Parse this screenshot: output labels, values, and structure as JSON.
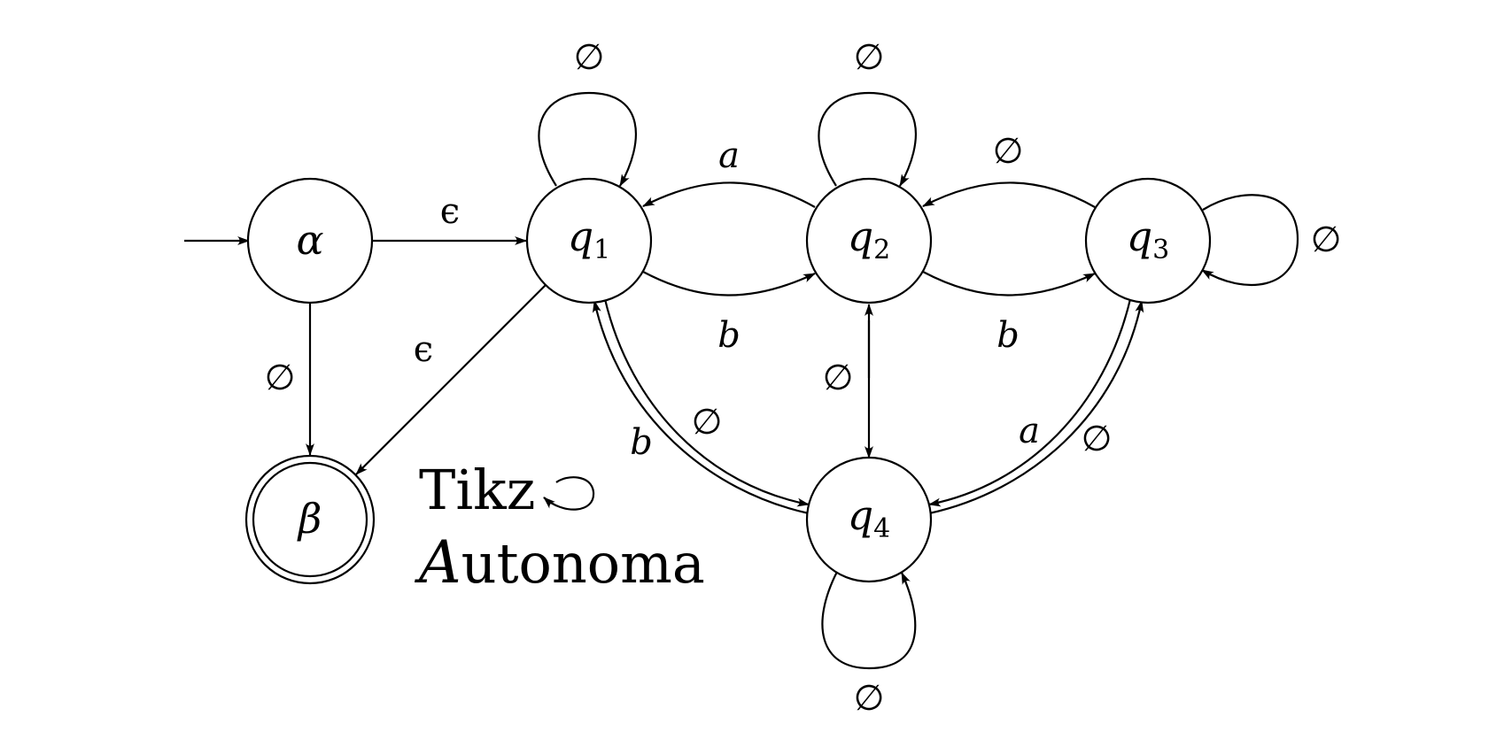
{
  "states": {
    "alpha": {
      "label": "α",
      "sub": ""
    },
    "q1": {
      "label": "q",
      "sub": "1"
    },
    "q2": {
      "label": "q",
      "sub": "2"
    },
    "q3": {
      "label": "q",
      "sub": "3"
    },
    "q4": {
      "label": "q",
      "sub": "4"
    },
    "beta": {
      "label": "β",
      "sub": ""
    }
  },
  "start_state": "alpha",
  "accept_state": "beta",
  "transitions": [
    {
      "from": "alpha",
      "to": "q1",
      "label": "ϵ"
    },
    {
      "from": "alpha",
      "to": "beta",
      "label": "∅"
    },
    {
      "from": "q1",
      "to": "beta",
      "label": "ϵ"
    },
    {
      "from": "q1",
      "to": "q1",
      "label": "∅"
    },
    {
      "from": "q2",
      "to": "q1",
      "label": "a"
    },
    {
      "from": "q1",
      "to": "q2",
      "label": "b"
    },
    {
      "from": "q2",
      "to": "q2",
      "label": "∅"
    },
    {
      "from": "q3",
      "to": "q2",
      "label": "∅"
    },
    {
      "from": "q2",
      "to": "q3",
      "label": "b"
    },
    {
      "from": "q3",
      "to": "q3",
      "label": "∅"
    },
    {
      "from": "q2",
      "to": "q4",
      "label": "∅"
    },
    {
      "from": "q4",
      "to": "q1",
      "label": "b"
    },
    {
      "from": "q1",
      "to": "q4",
      "label": "∅"
    },
    {
      "from": "q3",
      "to": "q4",
      "label": "a"
    },
    {
      "from": "q4",
      "to": "q3",
      "label": "∅"
    },
    {
      "from": "q4",
      "to": "q4",
      "label": "∅"
    }
  ],
  "caption": {
    "line1": "Tikz",
    "line2_script": "A",
    "line2_rest": "utonoma"
  }
}
